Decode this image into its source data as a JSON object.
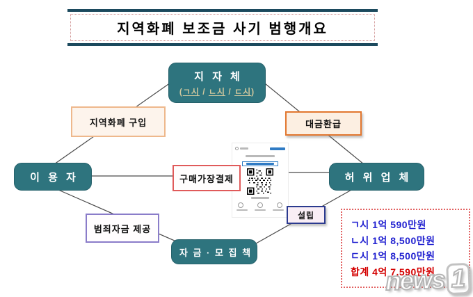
{
  "title": "지역화폐 보조금 사기 범행개요",
  "nodes": {
    "government": {
      "label": "지 자 체",
      "sub_parts": {
        "open": "(",
        "city1": "ㄱ시",
        "sep1": " / ",
        "city2": "ㄴ시",
        "sep2": " / ",
        "city3": "ㄷ시",
        "close": ")"
      }
    },
    "user": {
      "label": "이 용 자"
    },
    "fake_company": {
      "label": "허 위  업 체"
    },
    "recruiter": {
      "label": "자 금 · 모 집 책"
    }
  },
  "edge_labels": {
    "purchase": "지역화폐 구입",
    "refund": "대금환급",
    "fake_payment": "구매가장결제",
    "crime_funds": "범죄자금 제공",
    "establish": "설립"
  },
  "center_image": {
    "description": "qr-payment-app-screenshot"
  },
  "summary": {
    "rows": [
      {
        "text": "ㄱ시 1억 590만원"
      },
      {
        "text": "ㄴ시 1억 8,500만원"
      },
      {
        "text": "ㄷ시 1억 8,500만원"
      },
      {
        "text": "합계 4억 7,590만원",
        "highlight": true
      }
    ]
  },
  "watermark": {
    "text": "news",
    "digit": "1"
  },
  "colors": {
    "node_teal": "#2e747e",
    "node_sub_tan": "#cfc79e",
    "title_rule_navy": "#1c4a5e",
    "tag_peach_border": "#eeb88c",
    "tag_orange_border": "#e2772f",
    "tag_red_border": "#e05a5a",
    "tag_purple_border": "#8a7cc9",
    "tag_navy_border": "#2b3a8f",
    "summary_border_red": "#e26060",
    "summary_text_blue": "#1f1fd0",
    "summary_total_red": "#d40000",
    "line_gray": "#4a4a4a"
  }
}
